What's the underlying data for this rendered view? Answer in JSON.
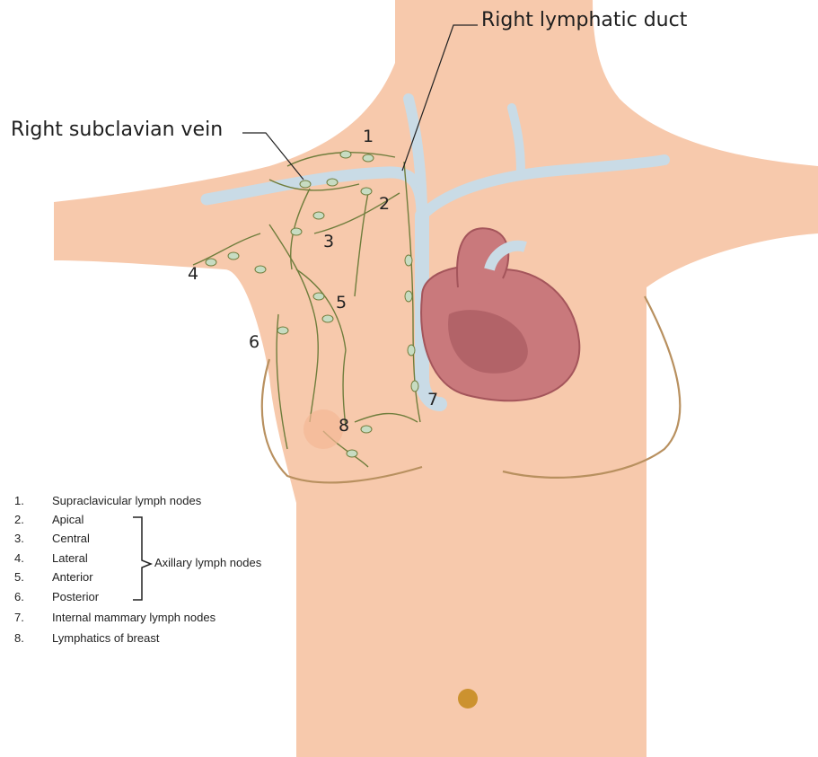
{
  "labels": {
    "right_lymphatic_duct": "Right lymphatic duct",
    "right_subclavian_vein": "Right subclavian vein"
  },
  "node_numbers": [
    "1",
    "2",
    "3",
    "4",
    "5",
    "6",
    "7",
    "8"
  ],
  "legend": {
    "items": [
      {
        "num": "1.",
        "text": "Supraclavicular lymph nodes"
      },
      {
        "num": "2.",
        "text": "Apical"
      },
      {
        "num": "3.",
        "text": "Central"
      },
      {
        "num": "4.",
        "text": "Lateral"
      },
      {
        "num": "5.",
        "text": "Anterior"
      },
      {
        "num": "6.",
        "text": "Posterior"
      },
      {
        "num": "7.",
        "text": "Internal mammary lymph  nodes"
      },
      {
        "num": "8.",
        "text": "Lymphatics of breast"
      }
    ],
    "bracket_label": "Axillary lymph nodes"
  },
  "colors": {
    "skin": "#f7c9ac",
    "skin_outline": "#b8905f",
    "vein": "#c9dbe6",
    "lymph": "#6f7d3c",
    "node": "#c7dcc2",
    "heart": "#c9797c",
    "heart_dark": "#a4555b",
    "navel": "#cc922f"
  }
}
